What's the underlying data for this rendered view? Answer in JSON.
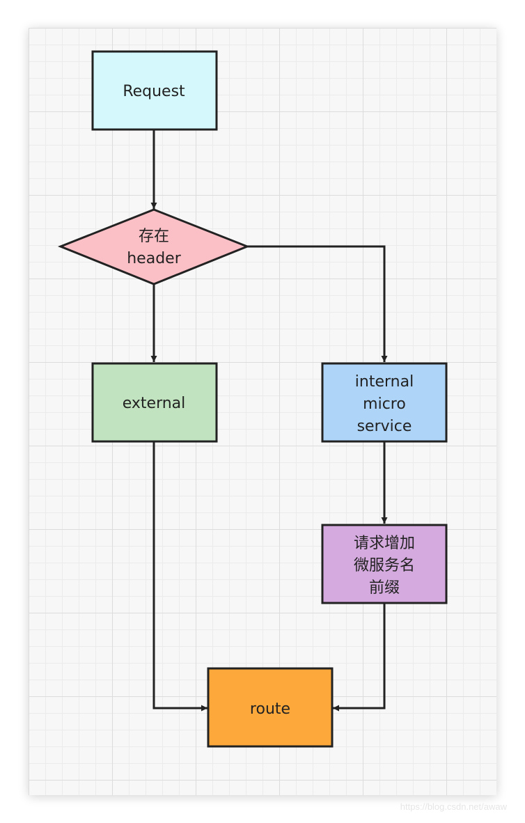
{
  "nodes": {
    "request": {
      "lines": [
        "Request"
      ],
      "fill": "#d5f8fc"
    },
    "header_check": {
      "lines": [
        "存在",
        "header"
      ],
      "fill": "#fbbfc6"
    },
    "external": {
      "lines": [
        "external"
      ],
      "fill": "#c1e3bf"
    },
    "internal": {
      "lines": [
        "internal",
        "micro",
        "service"
      ],
      "fill": "#aed4f8"
    },
    "prefix": {
      "lines": [
        "请求增加",
        "微服务名",
        "前缀"
      ],
      "fill": "#d5aadf"
    },
    "route": {
      "lines": [
        "route"
      ],
      "fill": "#fca83b"
    }
  },
  "colors": {
    "stroke": "#222222",
    "edge": "#222222"
  },
  "watermark": "https://blog.csdn.net/awaw"
}
